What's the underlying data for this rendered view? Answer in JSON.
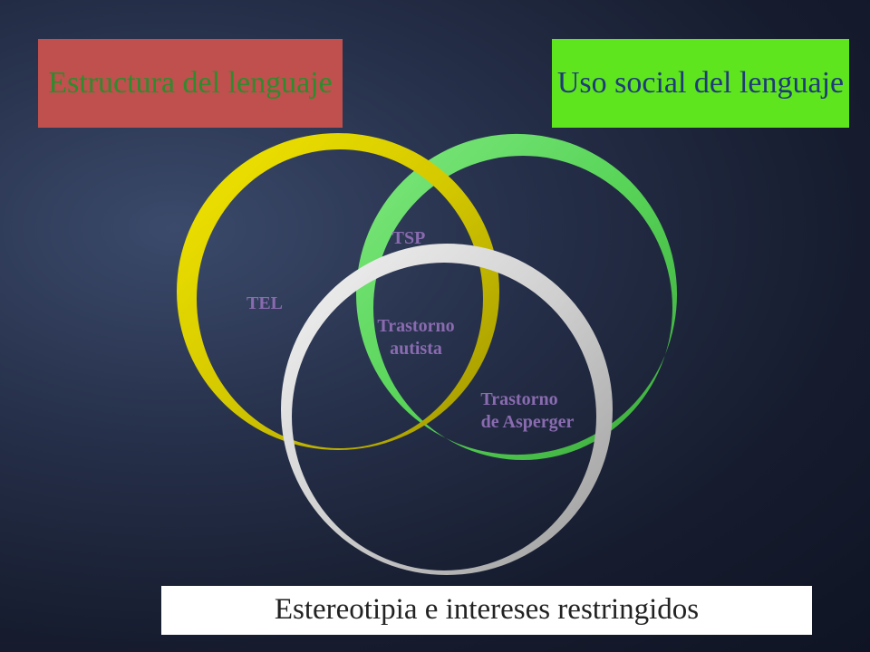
{
  "boxes": {
    "structure": "Estructura del lenguaje",
    "social": "Uso social del lenguaje",
    "stereotypy": "Estereotipia e intereses restringidos"
  },
  "regions": {
    "tel": "TEL",
    "tsp": "TSP",
    "autism_line1": "Trastorno",
    "autism_line2": "autista",
    "asperger_line1": "Trastorno",
    "asperger_line2": "de Asperger"
  },
  "colors": {
    "structure_box": "#c0504d",
    "social_box": "#5ee51e",
    "stereotypy_box": "#ffffff",
    "ring_yellow": "#d9cf00",
    "ring_green": "#5fd85f",
    "ring_gray": "#cfcfcf",
    "label_text": "#8a6bb0"
  }
}
